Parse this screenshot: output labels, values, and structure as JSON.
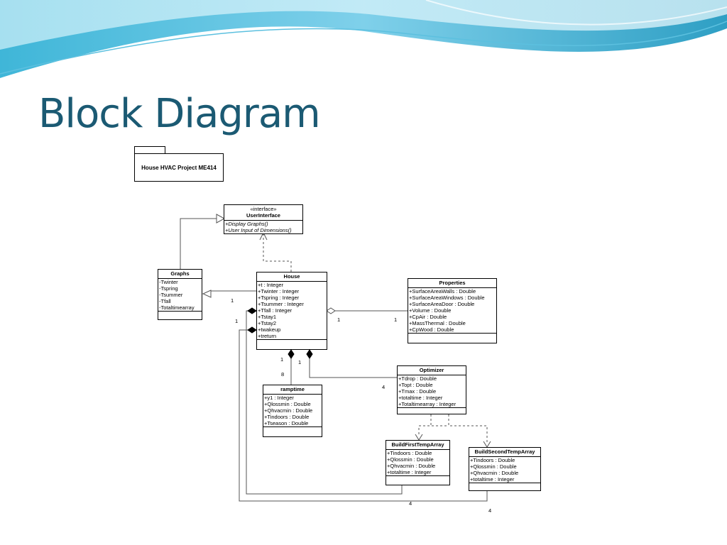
{
  "slide": {
    "title": "Block Diagram"
  },
  "package": {
    "name": "House HVAC Project ME414"
  },
  "classes": {
    "userinterface": {
      "stereotype": "«interface»",
      "name": "UserInterface",
      "operations": [
        "+Display Graphs()",
        "+User Input of Dimensions()"
      ]
    },
    "graphs": {
      "name": "Graphs",
      "attributes": [
        "-Twinter",
        "-Tspring",
        "-Tsummer",
        "-Tfall",
        "-Totaltimearray"
      ]
    },
    "house": {
      "name": "House",
      "attributes": [
        "+t : Integer",
        "+Twinter : Integer",
        "+Tspring : Integer",
        "+Tsummer : Integer",
        "+Tfall : Integer",
        "+Tstay1",
        "+Tstay2",
        "+twakeup",
        "+treturn"
      ]
    },
    "properties": {
      "name": "Properties",
      "attributes": [
        "+SurfaceAreaWalls : Double",
        "+SurfaceAreaWindows : Double",
        "+SurfaceAreaDoor : Double",
        "+Volume : Double",
        "+CpAir : Double",
        "+MassThermal : Double",
        "+CpWood : Double"
      ]
    },
    "optimizer": {
      "name": "Optimizer",
      "attributes": [
        "+Tdrop : Double",
        "+Topt : Double",
        "+Tmax : Double",
        "+totaltime : Integer",
        "+Totaltimearray : Integer"
      ]
    },
    "ramptime": {
      "name": "ramptime",
      "attributes": [
        "+y1 : Integer",
        "+Qlossmin : Double",
        "+Qhvacmin : Double",
        "+Tindoors : Double",
        "+Tseason : Double"
      ]
    },
    "buildfirst": {
      "name": "BuildFirstTempArray",
      "attributes": [
        "+Tindoors : Double",
        "+Qlossmin : Double",
        "+Qhvacmin : Double",
        "+totaltime : Integer"
      ]
    },
    "buildsecond": {
      "name": "BuildSecondTempArray",
      "attributes": [
        "+Tindoors : Double",
        "+Qlossmin : Double",
        "+Qhvacmin : Double",
        "+totaltime : Integer"
      ]
    }
  },
  "multiplicities": {
    "graphs_house": "1",
    "house_side_left": "1",
    "house_properties_near": "1",
    "house_properties_far": "1",
    "ramptime_house": "1",
    "ramptime_count": "8",
    "optimizer_house": "1",
    "optimizer_count": "4",
    "buildfirst_count": "4",
    "buildsecond_count": "4"
  },
  "colors": {
    "title": "#1b5a73",
    "wave_dark": "#2e9fc4",
    "wave_light": "#8fd3ea",
    "line": "#555555"
  }
}
